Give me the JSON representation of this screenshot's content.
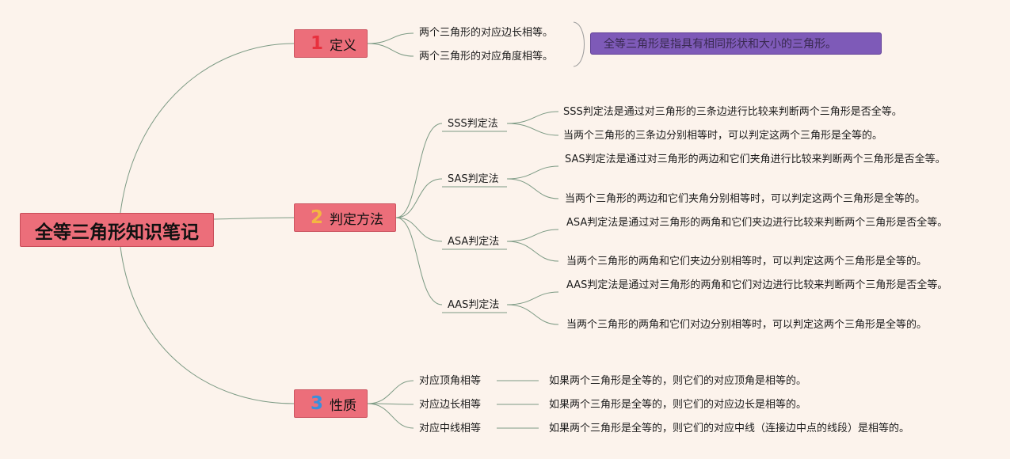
{
  "root": "全等三角形知识笔记",
  "topics": [
    {
      "num": "1",
      "label": "定义"
    },
    {
      "num": "2",
      "label": "判定方法"
    },
    {
      "num": "3",
      "label": "性质"
    }
  ],
  "definition": {
    "items": [
      "两个三角形的对应边长相等。",
      "两个三角形的对应角度相等。"
    ],
    "summary": "全等三角形是指具有相同形状和大小的三角形。"
  },
  "methods": [
    {
      "name": "SSS判定法",
      "desc": "SSS判定法是通过对三角形的三条边进行比较来判断两个三角形是否全等。",
      "cond": "当两个三角形的三条边分别相等时，可以判定这两个三角形是全等的。"
    },
    {
      "name": "SAS判定法",
      "desc": "SAS判定法是通过对三角形的两边和它们夹角进行比较来判断两个三角形是否全等。",
      "cond": "当两个三角形的两边和它们夹角分别相等时，可以判定这两个三角形是全等的。"
    },
    {
      "name": "ASA判定法",
      "desc": "ASA判定法是通过对三角形的两角和它们夹边进行比较来判断两个三角形是否全等。",
      "cond": "当两个三角形的两角和它们夹边分别相等时，可以判定这两个三角形是全等的。"
    },
    {
      "name": "AAS判定法",
      "desc": "AAS判定法是通过对三角形的两角和它们对边进行比较来判断两个三角形是否全等。",
      "cond": "当两个三角形的两角和它们对边分别相等时，可以判定这两个三角形是全等的。"
    }
  ],
  "properties": [
    {
      "name": "对应顶角相等",
      "desc": "如果两个三角形是全等的，则它们的对应顶角是相等的。"
    },
    {
      "name": "对应边长相等",
      "desc": "如果两个三角形是全等的，则它们的对应边长是相等的。"
    },
    {
      "name": "对应中线相等",
      "desc": "如果两个三角形是全等的，则它们的对应中线（连接边中点的线段）是相等的。"
    }
  ],
  "colors": {
    "topic_bg": "#ec6e7a",
    "summary_bg": "#7e5ab8",
    "background": "#fcf3ec",
    "line": "#7c9a84"
  }
}
